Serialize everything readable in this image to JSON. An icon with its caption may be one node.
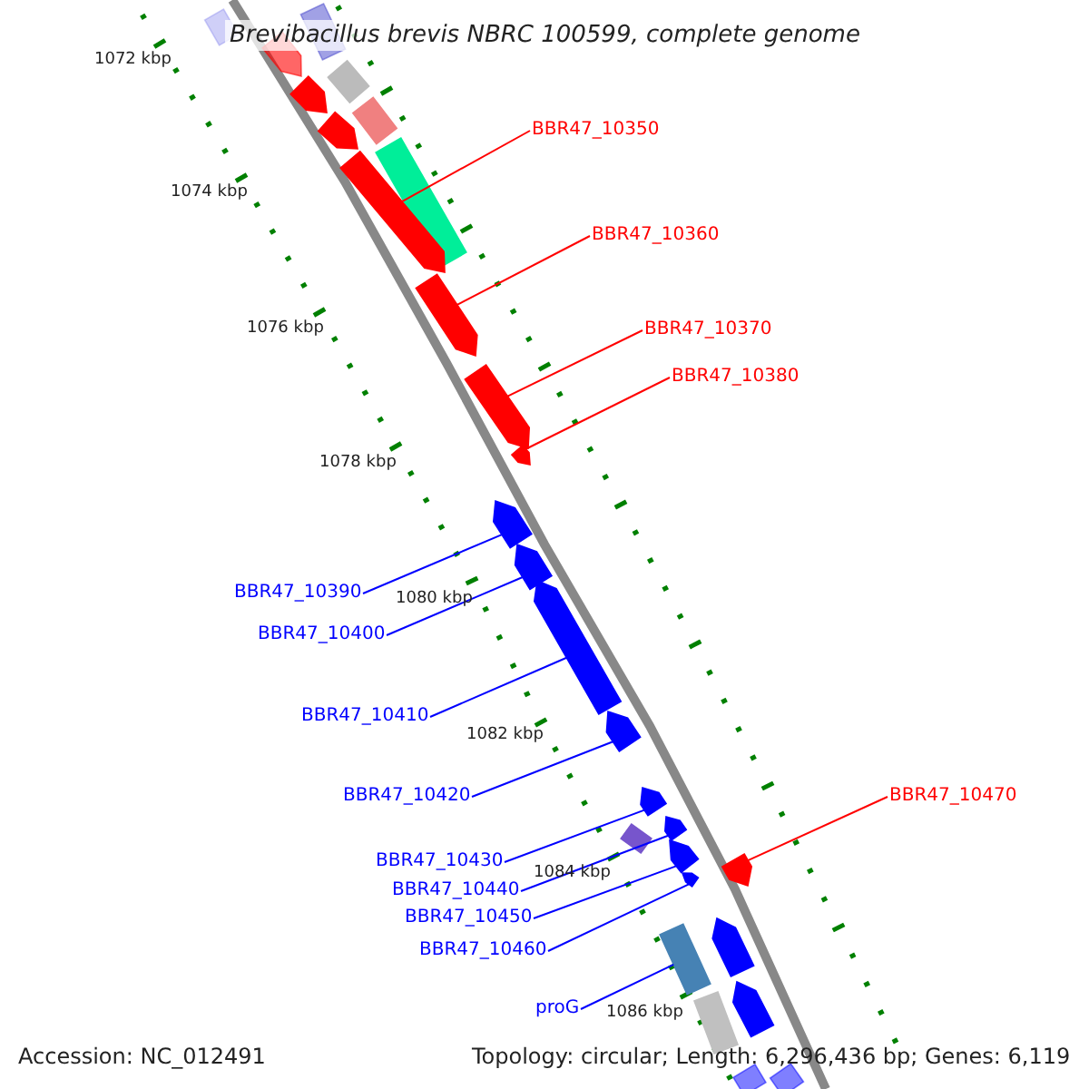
{
  "diagram": {
    "title": "Brevibacillus brevis NBRC 100599, complete genome",
    "nodes": [
      {
        "text": [
          "BBR47_10350"
        ]
      },
      {
        "text": [
          "BBR47_10360"
        ]
      },
      {
        "text": [
          "BBR47_10370"
        ]
      },
      {
        "text": [
          "BBR47_10380"
        ]
      },
      {
        "text": [
          "BBR47_10390"
        ]
      },
      {
        "text": [
          "BBR47_10400"
        ]
      },
      {
        "text": [
          "BBR47_10410"
        ]
      },
      {
        "text": [
          "BBR47_10420"
        ]
      },
      {
        "text": [
          "BBR47_10470"
        ]
      },
      {
        "text": [
          "BBR47_10430"
        ]
      },
      {
        "text": [
          "BBR47_10440"
        ]
      },
      {
        "text": [
          "BBR47_10450"
        ]
      },
      {
        "text": [
          "BBR47_10460"
        ]
      },
      {
        "text": [
          "proG"
        ]
      },
      {
        "text": [],
        "shape": "box"
      },
      {
        "text": [],
        "shape": "box"
      },
      {
        "text": [],
        "shape": "pentagon"
      },
      {
        "text": [],
        "shape": "box"
      },
      {
        "text": [],
        "shape": "pentagon"
      },
      {
        "text": [],
        "shape": "box"
      },
      {
        "text": [],
        "shape": "pentagon"
      },
      {
        "text": [],
        "shape": "box"
      },
      {
        "text": [],
        "shape": "pentagon"
      },
      {
        "text": [],
        "shape": "pentagon"
      },
      {
        "text": [],
        "shape": "pentagon"
      },
      {
        "text": [],
        "shape": "pentagon"
      },
      {
        "text": [],
        "shape": "pentagon"
      },
      {
        "text": [],
        "shape": "pentagon"
      },
      {
        "text": [],
        "shape": "pentagon"
      },
      {
        "text": [],
        "shape": "pentagon"
      },
      {
        "text": [],
        "shape": "pentagon"
      },
      {
        "text": [],
        "shape": "pentagon"
      },
      {
        "text": [],
        "shape": "box"
      },
      {
        "text": [],
        "shape": "pentagon"
      },
      {
        "text": [],
        "shape": "pentagon"
      },
      {
        "text": [],
        "shape": "pentagon"
      },
      {
        "text": [],
        "shape": "pentagon"
      },
      {
        "text": [],
        "shape": "box"
      },
      {
        "text": [],
        "shape": "pentagon"
      },
      {
        "text": [],
        "shape": "box"
      },
      {
        "text": [],
        "shape": "box"
      },
      {
        "text": [],
        "shape": "box"
      }
    ],
    "edges": [
      {
        "from": 0,
        "to": 22,
        "arrow": "none",
        "color": "#ff0000"
      },
      {
        "from": 1,
        "to": 23,
        "arrow": "none",
        "color": "#ff0000"
      },
      {
        "from": 2,
        "to": 24,
        "arrow": "none",
        "color": "#ff0000"
      },
      {
        "from": 3,
        "to": 25,
        "arrow": "none",
        "color": "#ff0000"
      },
      {
        "from": 4,
        "to": 26,
        "arrow": "none"
      },
      {
        "from": 5,
        "to": 27,
        "arrow": "none"
      },
      {
        "from": 6,
        "to": 28,
        "arrow": "none"
      },
      {
        "from": 7,
        "to": 29,
        "arrow": "none"
      },
      {
        "from": 8,
        "to": 34,
        "arrow": "none",
        "color": "#ff0000"
      },
      {
        "from": 9,
        "to": 30,
        "arrow": "none"
      },
      {
        "from": 10,
        "to": 31,
        "arrow": "none"
      },
      {
        "from": 11,
        "to": 33,
        "arrow": "none"
      },
      {
        "from": 12,
        "to": 35,
        "arrow": "none"
      },
      {
        "from": 13,
        "to": 37,
        "arrow": "none"
      }
    ],
    "labels": [
      "1072 kbp",
      "1074 kbp",
      "1076 kbp",
      "1078 kbp",
      "1080 kbp",
      "1082 kbp",
      "1084 kbp",
      "1086 kbp",
      "Accession: NC_012491",
      "Topology: circular; Length: 6,296,436 bp; Genes: 6,119"
    ]
  }
}
